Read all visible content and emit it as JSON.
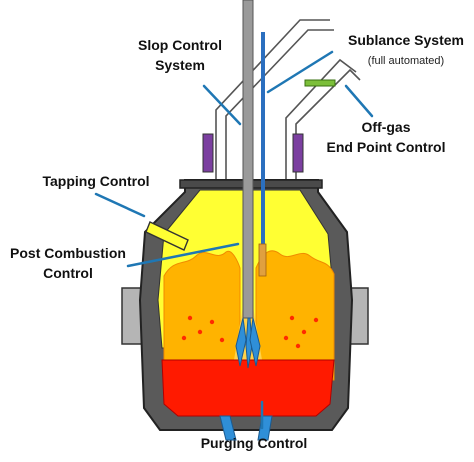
{
  "labels": {
    "slop_control": [
      "Slop Control",
      "System"
    ],
    "sublance_system": "Sublance System",
    "sublance_note": "(full automated)",
    "off_gas": [
      "Off-gas",
      "End Point Control"
    ],
    "tapping_control": "Tapping Control",
    "post_combustion": [
      "Post Combustion",
      "Control"
    ],
    "purging_control": "Purging Control"
  },
  "colors": {
    "leader_line": "#1f77b4",
    "vessel_shell": "#5a5a5a",
    "shell_outline": "#222222",
    "gas_zone": "#ffff33",
    "slag_zone": "#ffb300",
    "hot_metal": "#ff1a00",
    "lance": "#9a9a9a",
    "sublance": "#2b6fbf",
    "off_gas_sensor": "#7cbf3a",
    "trunnion": "#b5b5b5",
    "purple_post": "#7b3fa0",
    "purge_plugs": "#2f8fd8"
  }
}
